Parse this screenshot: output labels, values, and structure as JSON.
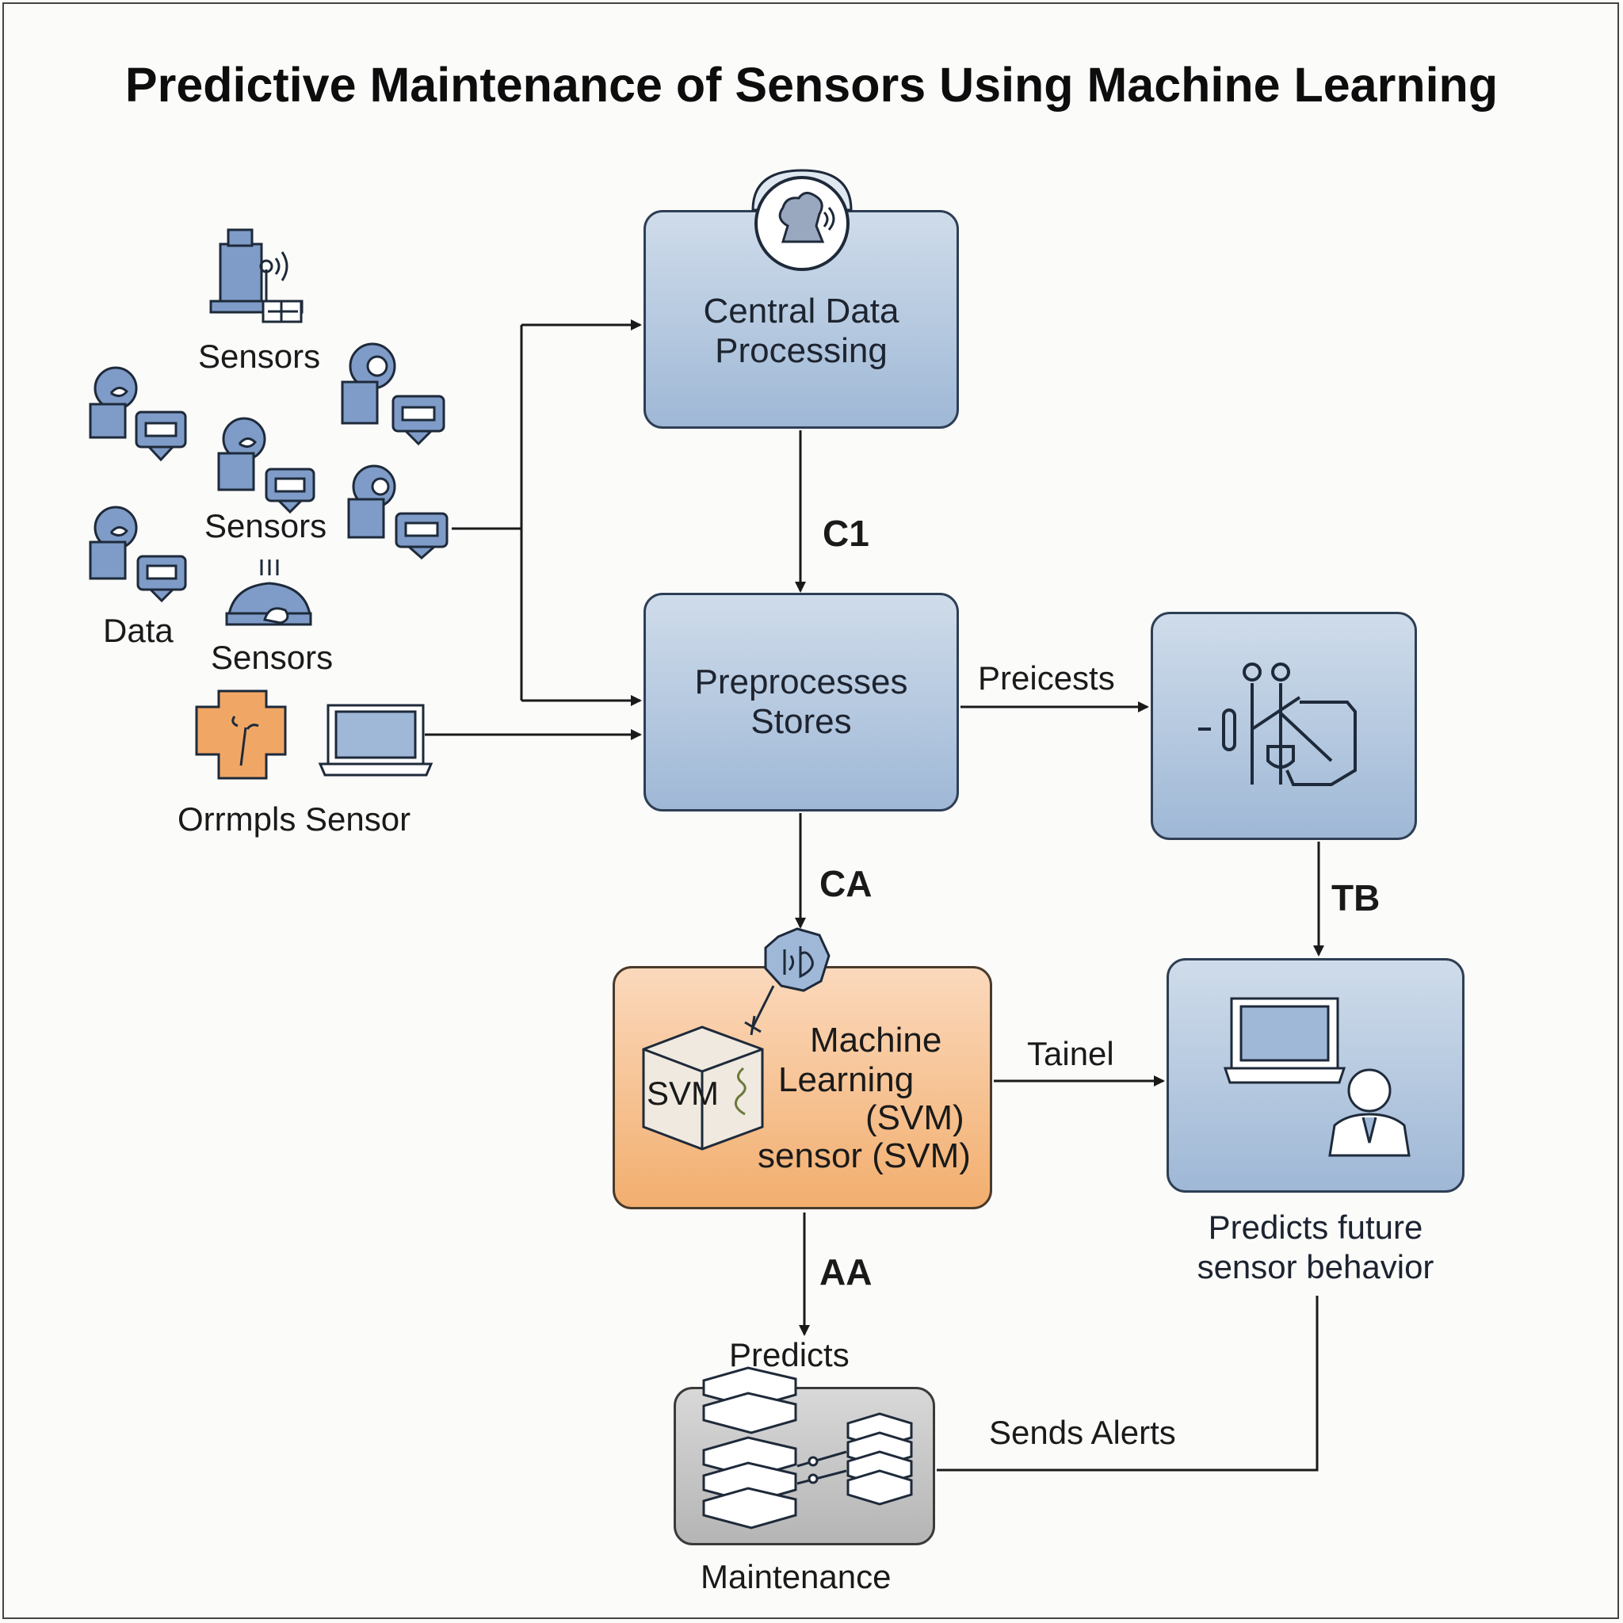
{
  "title": "Predictive Maintenance of Sensors Using Machine Learning",
  "sensors": {
    "label_1": "Sensors",
    "label_2": "Sensors",
    "label_3": "Sensors",
    "label_data": "Data",
    "label_other": "Orrmpls Sensor"
  },
  "nodes": {
    "central": {
      "line1": "Central Data",
      "line2": "Processing"
    },
    "preprocess": {
      "line1": "Preprocesses",
      "line2": "Stores"
    },
    "ml": {
      "line1": "Machine",
      "line2": "Learning",
      "line3": "(SVM)",
      "line4": "sensor (SVM)",
      "cube_label": "SVM"
    },
    "predicts_box": {
      "caption1": "Predicts future",
      "caption2": "sensor behavior"
    },
    "maintenance": {
      "label": "Maintenance"
    }
  },
  "edges": {
    "c1": "C1",
    "ca": "CA",
    "aa": "AA",
    "tb": "TB",
    "preicests": "Preicests",
    "tainel": "Tainel",
    "predicts": "Predicts",
    "sends_alerts": "Sends Alerts"
  },
  "colors": {
    "node_blue": "#a9c0dc",
    "node_orange": "#f4b67c",
    "node_gray": "#c4c4c4",
    "icon_blue": "#7f9cc8",
    "icon_orange": "#f0a766",
    "stroke": "#1e2a3a"
  }
}
